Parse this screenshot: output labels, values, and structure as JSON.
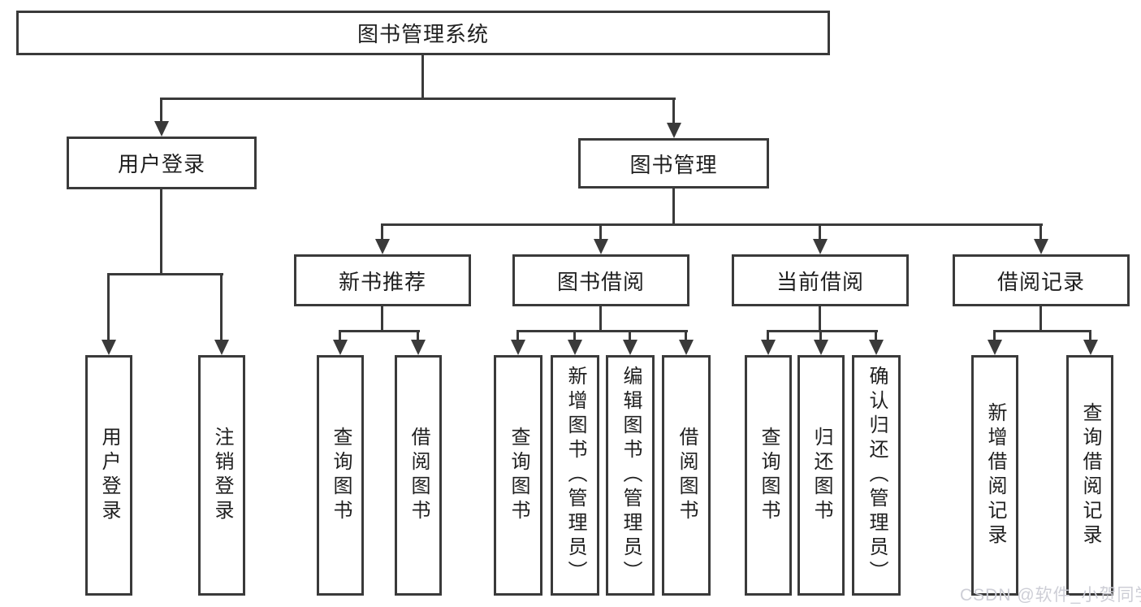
{
  "diagram_type": "hierarchy-tree",
  "colors": {
    "background": "#ffffff",
    "line": "#3a3a3a",
    "box_border": "#3a3a3a",
    "text": "#1f1f1f",
    "watermark": "#cdced6"
  },
  "tree": {
    "label": "图书管理系统",
    "children": [
      {
        "label": "用户登录",
        "children": [
          {
            "label": "用户登录"
          },
          {
            "label": "注销登录"
          }
        ]
      },
      {
        "label": "图书管理",
        "children": [
          {
            "label": "新书推荐",
            "children": [
              {
                "label": "查询图书"
              },
              {
                "label": "借阅图书"
              }
            ]
          },
          {
            "label": "图书借阅",
            "children": [
              {
                "label": "查询图书"
              },
              {
                "label": "新增图书（管理员）"
              },
              {
                "label": "编辑图书（管理员）"
              },
              {
                "label": "借阅图书"
              }
            ]
          },
          {
            "label": "当前借阅",
            "children": [
              {
                "label": "查询图书"
              },
              {
                "label": "归还图书"
              },
              {
                "label": "确认归还（管理员）"
              }
            ]
          },
          {
            "label": "借阅记录",
            "children": [
              {
                "label": "新增借阅记录"
              },
              {
                "label": "查询借阅记录"
              }
            ]
          }
        ]
      }
    ]
  },
  "watermark": {
    "text": "CSDN @软件_小贺同学"
  }
}
